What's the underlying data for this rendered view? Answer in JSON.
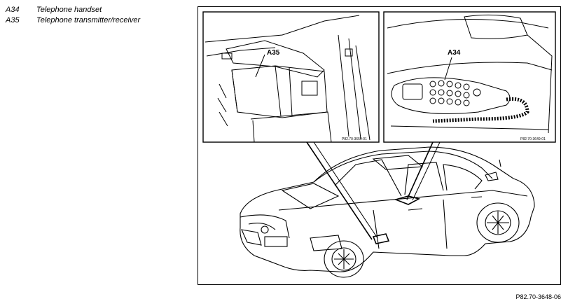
{
  "legend": {
    "items": [
      {
        "code": "A34",
        "label": "Telephone handset"
      },
      {
        "code": "A35",
        "label": "Telephone transmitter/receiver"
      }
    ]
  },
  "diagram": {
    "callout_left": {
      "label": "A35",
      "figure_code": "P82.70-3650-01"
    },
    "callout_right": {
      "label": "A34",
      "figure_code": "P82.70-3649-01"
    }
  },
  "footer": {
    "figure_code": "P82.70-3648-06"
  }
}
